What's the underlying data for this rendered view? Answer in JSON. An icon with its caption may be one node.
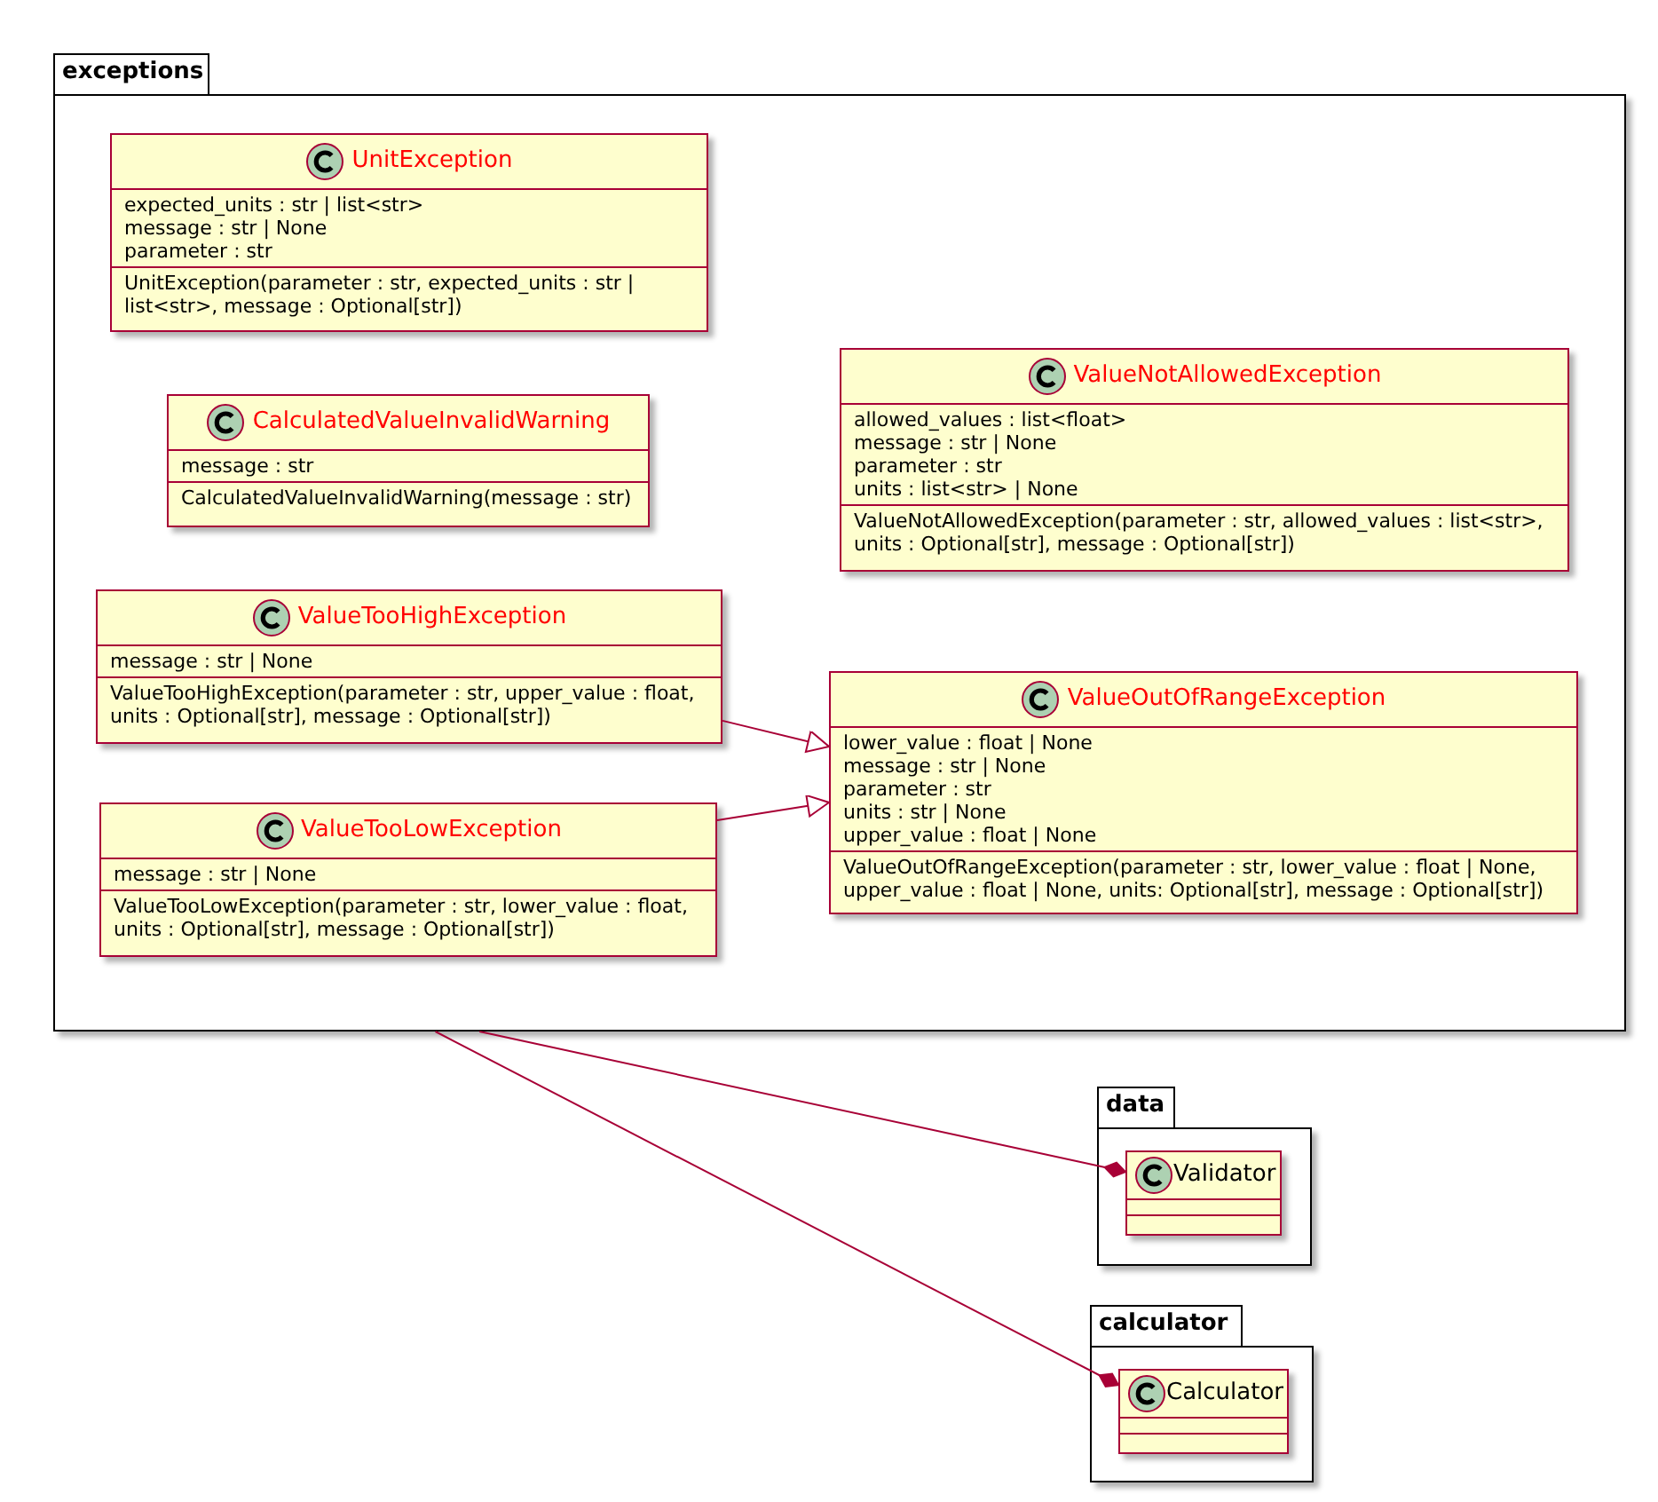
{
  "diagram": {
    "nodes": [
      {
        "text": [
          "exceptions"
        ]
      },
      {
        "text": [
          "UnitException",
          "expected_units : str | list<str>",
          "message : str | None",
          "parameter : str",
          "UnitException(parameter : str, expected_units : str | list<str>, message : Optional[str])"
        ],
        "in": 0
      },
      {
        "text": [
          "CalculatedValueInvalidWarning",
          "message : str",
          "CalculatedValueInvalidWarning(message : str)"
        ],
        "in": 0
      },
      {
        "text": [
          "ValueNotAllowedException",
          "allowed_values : list<float>",
          "message : str | None",
          "parameter : str",
          "units : list<str> | None",
          "ValueNotAllowedException(parameter : str, allowed_values : list<str>, units : Optional[str], message : Optional[str])"
        ],
        "in": 0
      },
      {
        "text": [
          "ValueTooHighException",
          "message : str | None",
          "ValueTooHighException(parameter : str, upper_value : float, units : Optional[str], message : Optional[str])"
        ],
        "in": 0
      },
      {
        "text": [
          "ValueTooLowException",
          "message : str | None",
          "ValueTooLowException(parameter : str, lower_value : float, units : Optional[str], message : Optional[str])"
        ],
        "in": 0
      },
      {
        "text": [
          "ValueOutOfRangeException",
          "lower_value : float | None",
          "message : str | None",
          "parameter : str",
          "units : str | None",
          "upper_value : float | None",
          "ValueOutOfRangeException(parameter : str, lower_value : float | None, upper_value : float | None, units: Optional[str], message : Optional[str])"
        ],
        "in": 0
      },
      {
        "text": [
          "data"
        ]
      },
      {
        "text": [
          "Validator"
        ],
        "in": 7
      },
      {
        "text": [
          "calculator"
        ]
      },
      {
        "text": [
          "Calculator"
        ],
        "in": 9
      }
    ],
    "edges": [
      {
        "from": 4,
        "to": 6,
        "arrow": "to"
      },
      {
        "from": 5,
        "to": 6,
        "arrow": "to"
      },
      {
        "from": 0,
        "to": 8,
        "arrow": "other"
      },
      {
        "from": 0,
        "to": 10,
        "arrow": "other"
      }
    ]
  }
}
